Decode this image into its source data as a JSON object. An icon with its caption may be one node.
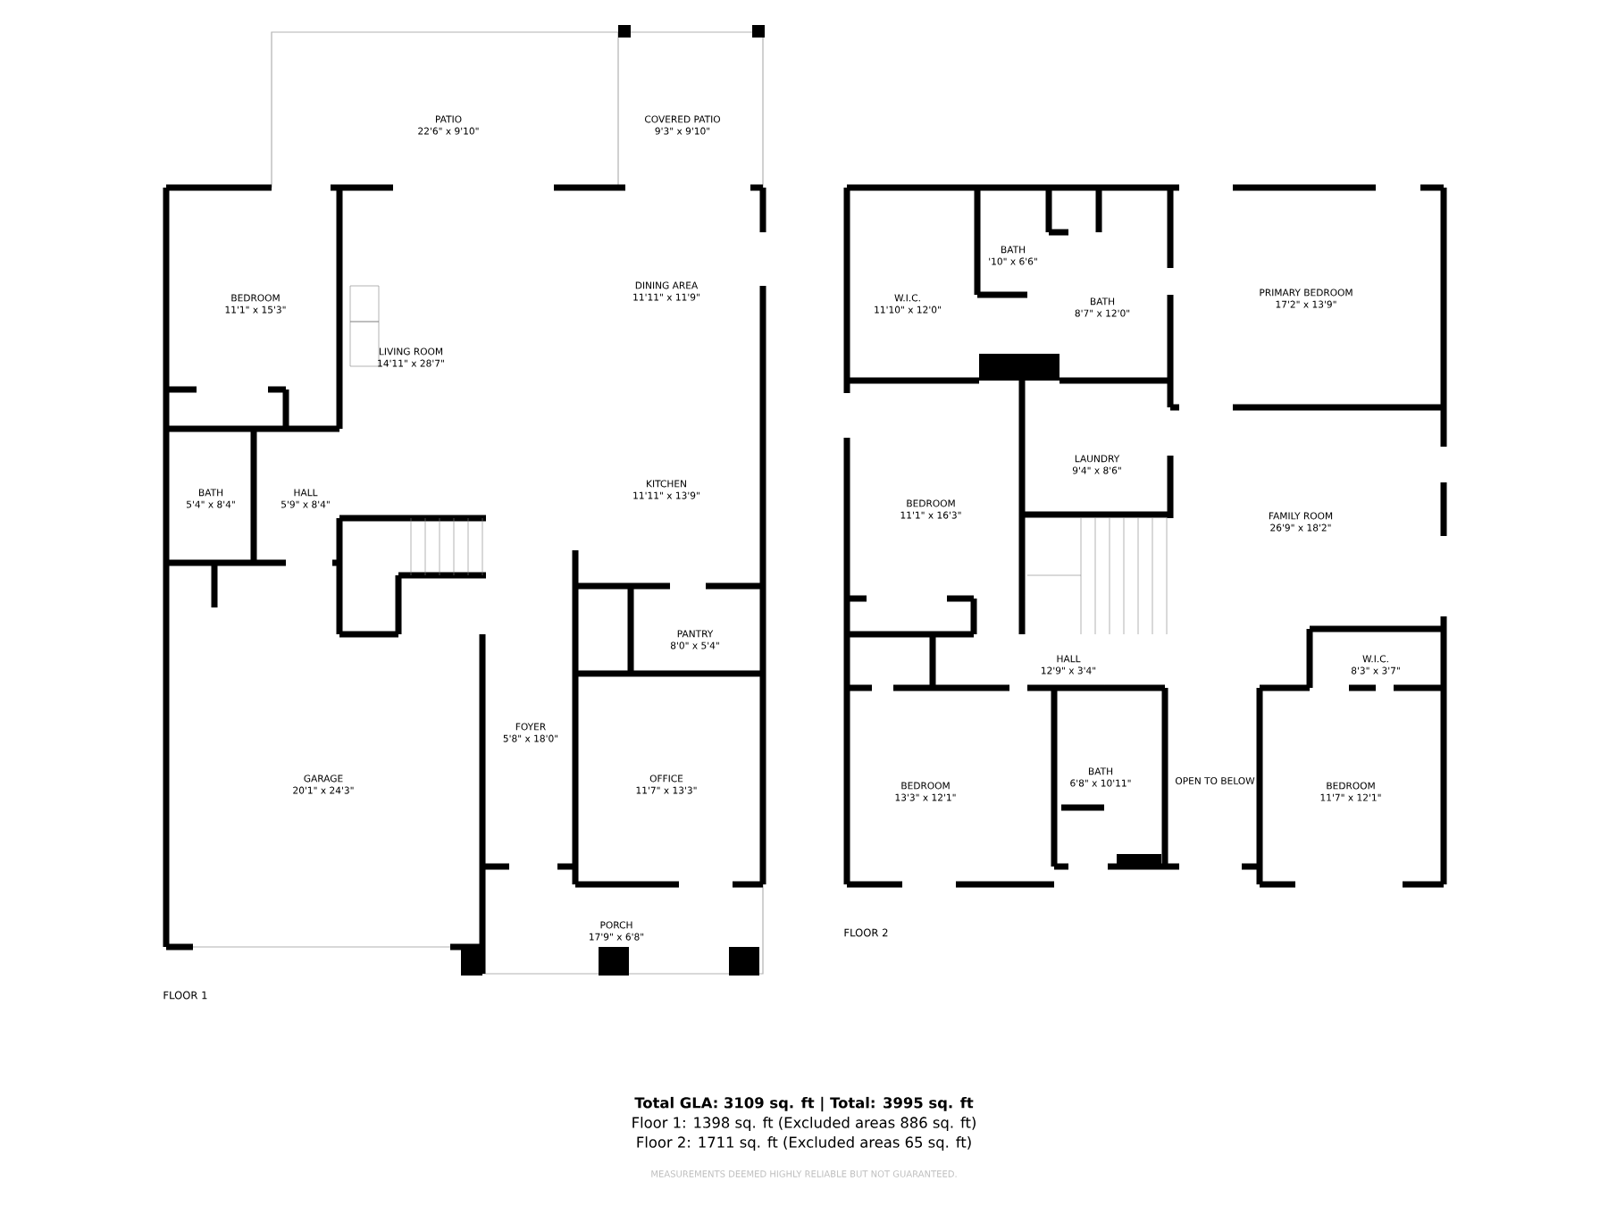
{
  "diagram": {
    "nodes": [
      {
        "text": [
          "PATIO",
          "22'6\" x 9'10\""
        ]
      },
      {
        "text": [
          "COVERED PATIO",
          "9'3\" x 9'10\""
        ]
      },
      {
        "text": [
          "BEDROOM",
          "11'1\" x 15'3\""
        ]
      },
      {
        "text": [
          "LIVING ROOM",
          "14'11\" x 28'7\""
        ]
      },
      {
        "text": [
          "DINING AREA",
          "11'11\" x 11'9\""
        ]
      },
      {
        "text": [
          "KITCHEN",
          "11'11\" x 13'9\""
        ]
      },
      {
        "text": [
          "BATH",
          "5'4\" x 8'4\""
        ]
      },
      {
        "text": [
          "HALL",
          "5'9\" x 8'4\""
        ]
      },
      {
        "text": [
          "PANTRY",
          "8'0\" x 5'4\""
        ]
      },
      {
        "text": [
          "FOYER",
          "5'8\" x 18'0\""
        ]
      },
      {
        "text": [
          "GARAGE",
          "20'1\" x 24'3\""
        ]
      },
      {
        "text": [
          "OFFICE",
          "11'7\" x 13'3\""
        ]
      },
      {
        "text": [
          "PORCH",
          "17'9\" x 6'8\""
        ]
      },
      {
        "text": [
          "BATH",
          "'10\" x 6'6\""
        ]
      },
      {
        "text": [
          "W.I.C.",
          "11'10\" x 12'0\""
        ]
      },
      {
        "text": [
          "BATH",
          "8'7\" x 12'0\""
        ]
      },
      {
        "text": [
          "PRIMARY BEDROOM",
          "17'2\" x 13'9\""
        ]
      },
      {
        "text": [
          "LAUNDRY",
          "9'4\" x 8'6\""
        ]
      },
      {
        "text": [
          "BEDROOM",
          "11'1\" x 16'3\""
        ]
      },
      {
        "text": [
          "FAMILY ROOM",
          "26'9\" x 18'2\""
        ]
      },
      {
        "text": [
          "HALL",
          "12'9\" x 3'4\""
        ]
      },
      {
        "text": [
          "W.I.C.",
          "8'3\" x 3'7\""
        ]
      },
      {
        "text": [
          "BEDROOM",
          "13'3\" x 12'1\""
        ]
      },
      {
        "text": [
          "BATH",
          "6'8\" x 10'11\""
        ]
      },
      {
        "text": [
          "OPEN TO BELOW"
        ]
      },
      {
        "text": [
          "BEDROOM",
          "11'7\" x 12'1\""
        ]
      }
    ],
    "labels": [
      "FLOOR 1",
      "FLOOR 2",
      "Total GLA: 3109 sq. ft | Total: 3995 sq. ft",
      "Floor 1: 1398 sq. ft (Excluded areas 886 sq. ft)",
      "Floor 2: 1711 sq. ft (Excluded areas 65 sq. ft)",
      "MEASUREMENTS DEEMED HIGHLY RELIABLE BUT NOT GUARANTEED."
    ]
  }
}
